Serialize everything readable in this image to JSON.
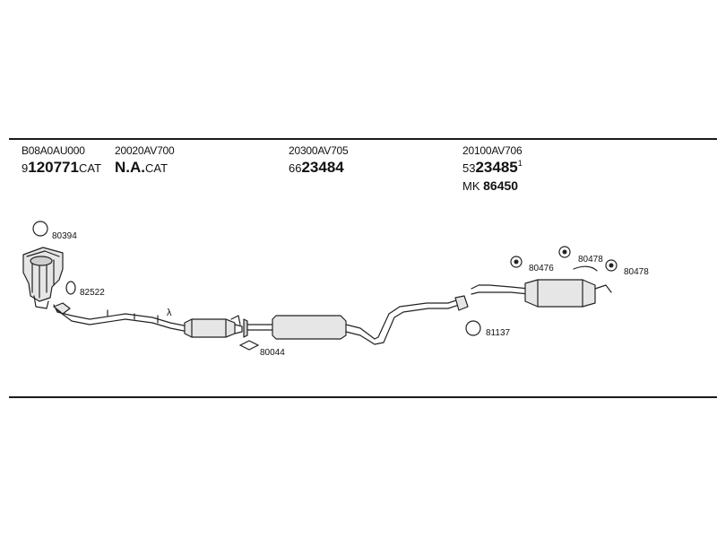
{
  "parts": [
    {
      "code": "B08A0AU000",
      "num_prefix": "9",
      "num_main": "120771",
      "num_suffix": "CAT",
      "extra_prefix": "",
      "extra_main": ""
    },
    {
      "code": "20020AV700",
      "num_prefix": "",
      "num_main": "N.A.",
      "num_suffix": "CAT",
      "extra_prefix": "",
      "extra_main": ""
    },
    {
      "code": "20300AV705",
      "num_prefix": "66",
      "num_main": "23484",
      "num_suffix": "",
      "extra_prefix": "",
      "extra_main": ""
    },
    {
      "code": "20100AV706",
      "num_prefix": "53",
      "num_main": "23485",
      "num_suffix": "1",
      "extra_prefix": "MK",
      "extra_main": "86450"
    }
  ],
  "callouts": {
    "c80394": "80394",
    "c82522": "82522",
    "c80044": "80044",
    "c81137": "81137",
    "c80476": "80476",
    "c80478a": "80478",
    "c80478b": "80478"
  },
  "lambda_symbol": "λ"
}
